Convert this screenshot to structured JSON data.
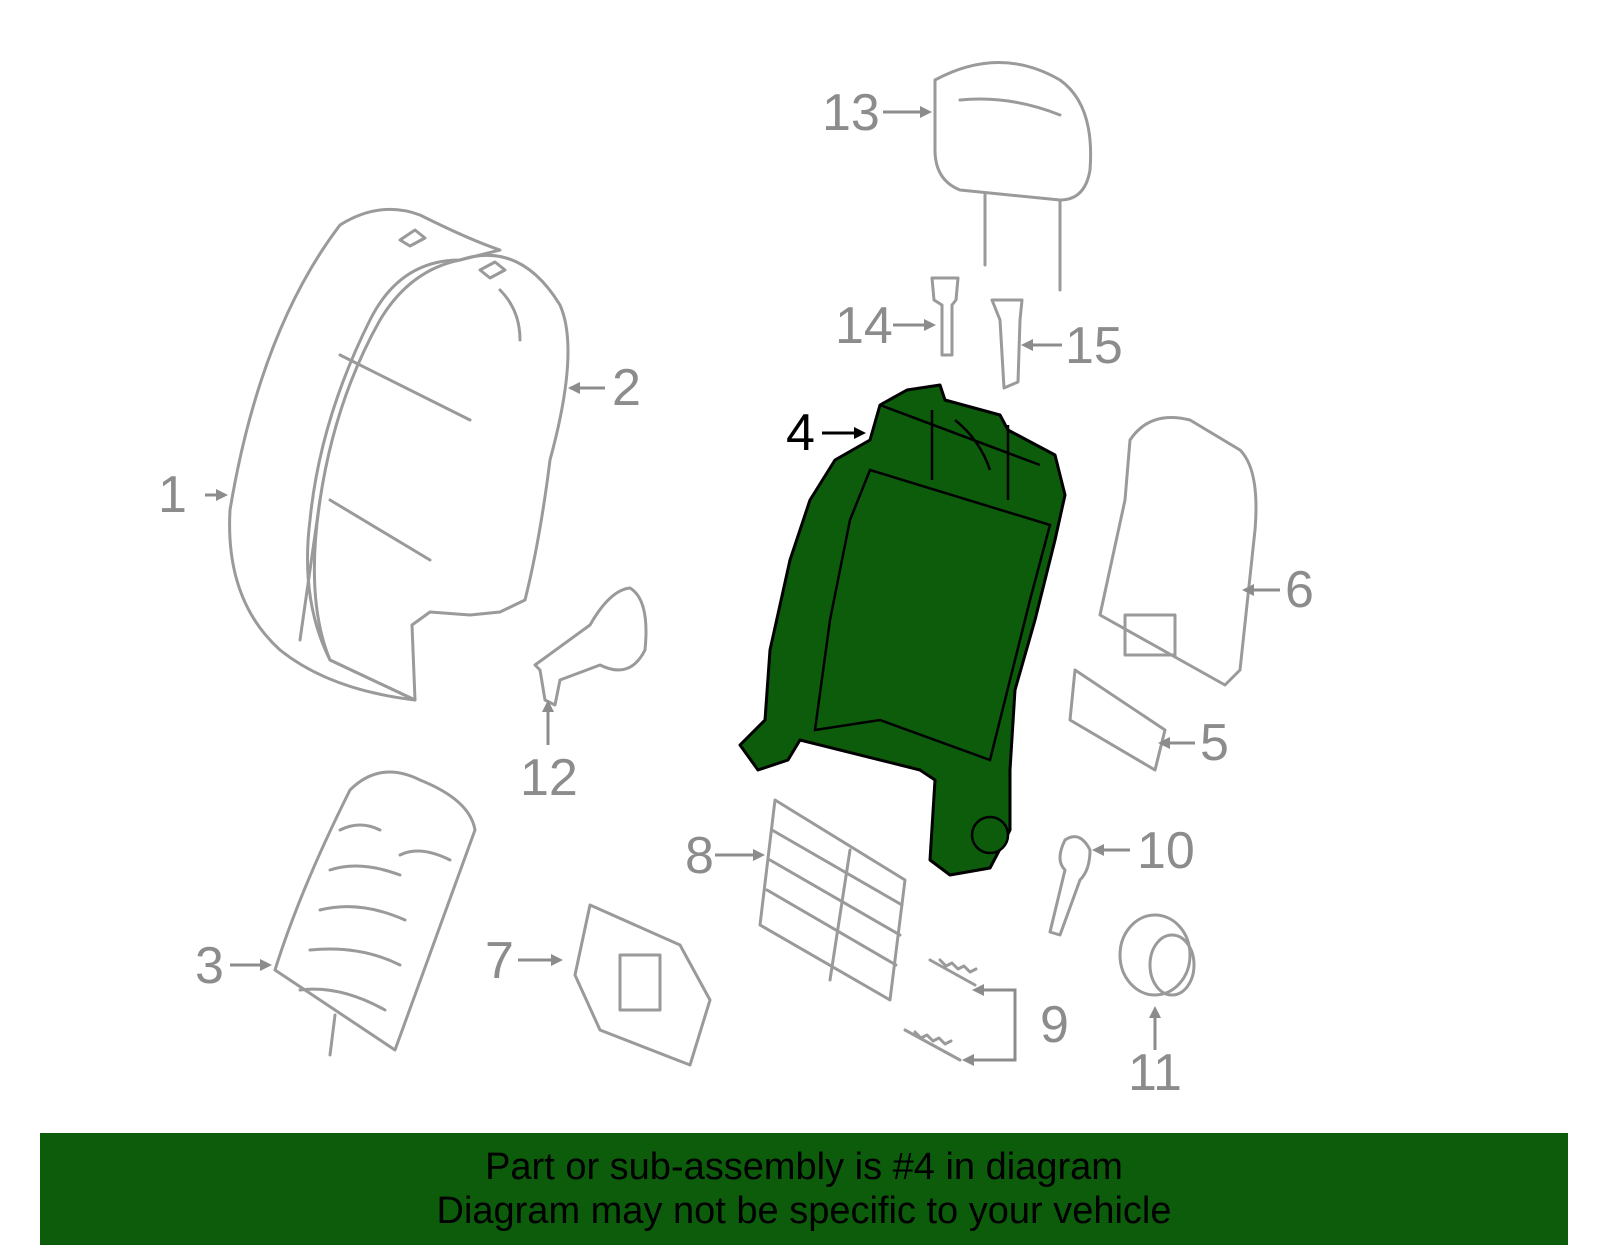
{
  "callouts": {
    "c1": "1",
    "c2": "2",
    "c3": "3",
    "c4": "4",
    "c5": "5",
    "c6": "6",
    "c7": "7",
    "c8": "8",
    "c9": "9",
    "c10": "10",
    "c11": "11",
    "c12": "12",
    "c13": "13",
    "c14": "14",
    "c15": "15"
  },
  "highlighted_part": "4",
  "colors": {
    "highlight_fill": "#0c5c0c",
    "line_gray": "#9a9a9a",
    "banner_bg": "#0c5c0c"
  },
  "banner": {
    "line1": "Part or sub-assembly is #4 in diagram",
    "line2": "Diagram may not be specific to your vehicle"
  }
}
